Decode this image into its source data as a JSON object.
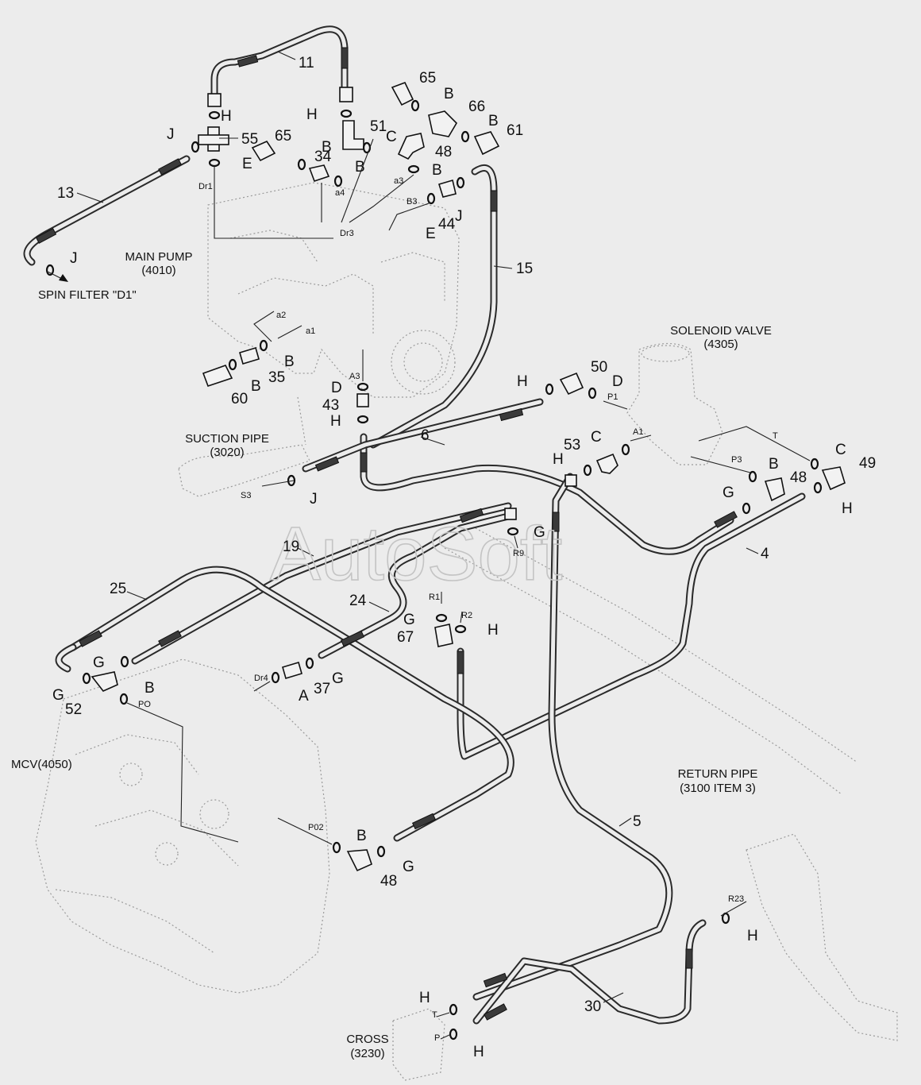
{
  "watermark": "AutoSoft",
  "components": {
    "main_pump": [
      "MAIN PUMP",
      "(4010)"
    ],
    "spin_filter": "SPIN FILTER \"D1\"",
    "solenoid_valve": [
      "SOLENOID VALVE",
      "(4305)"
    ],
    "suction_pipe": [
      "SUCTION PIPE",
      "(3020)"
    ],
    "mcv": "MCV(4050)",
    "return_pipe": [
      "RETURN PIPE",
      "(3100 ITEM 3)"
    ],
    "cross": [
      "CROSS",
      "(3230)"
    ]
  },
  "part_labels": {
    "p11": "11",
    "p13": "13",
    "p15": "15",
    "p6": "6",
    "p4": "4",
    "p19": "19",
    "p25": "25",
    "p24": "24",
    "p5": "5",
    "p30": "30",
    "p65a": "65",
    "p65b": "65",
    "p66": "66",
    "p61": "61",
    "p55": "55",
    "p51": "51",
    "p48a": "48",
    "p48b": "48",
    "p48c": "48",
    "p34": "34",
    "p44": "44",
    "p35": "35",
    "p60": "60",
    "p43": "43",
    "p50": "50",
    "p53": "53",
    "p49": "49",
    "p67": "67",
    "p37": "37",
    "p52": "52"
  },
  "oring_labels": {
    "H1": "H",
    "J1": "J",
    "E1": "E",
    "J2": "J",
    "H2": "H",
    "C1": "C",
    "B1": "B",
    "B2": "B",
    "B3": "B",
    "B4": "B",
    "B5": "B",
    "J3": "J",
    "E2": "E",
    "B6": "B",
    "B7": "B",
    "D1": "D",
    "H3": "H",
    "J4": "J",
    "H4": "H",
    "D2": "D",
    "C2": "C",
    "H5": "H",
    "C3": "C",
    "B8": "B",
    "G1": "G",
    "H6": "H",
    "G2": "G",
    "G3": "G",
    "H7": "H",
    "G4": "G",
    "G5": "G",
    "B9": "B",
    "A1": "A",
    "G6": "G",
    "B10": "B",
    "G7": "G",
    "H8": "H",
    "H9": "H",
    "H10": "H"
  },
  "port_labels": {
    "Dr1": "Dr1",
    "a4": "a4",
    "a3": "a3",
    "B3": "B3",
    "Dr3": "Dr3",
    "a2": "a2",
    "a1": "a1",
    "A3": "A3",
    "S3": "S3",
    "P1": "P1",
    "A1": "A1",
    "T": "T",
    "P3": "P3",
    "R9": "R9",
    "R1": "R1",
    "R2": "R2",
    "Dr4": "Dr4",
    "PO": "PO",
    "P02": "P02",
    "R23": "R23",
    "T2": "T",
    "P": "P"
  },
  "colors": {
    "background": "#ececec",
    "line": "#111111",
    "ghost": "#9a9a9a",
    "watermark": "#c4c4c4"
  }
}
